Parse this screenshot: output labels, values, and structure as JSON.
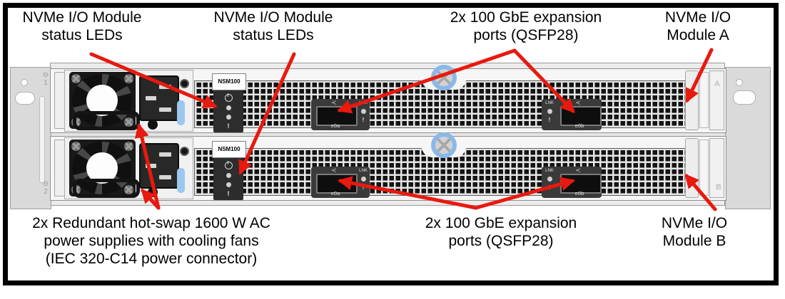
{
  "colors": {
    "arrow": "#e8190f",
    "chassis_face": "#f6f6f6",
    "perforation": "#141414",
    "psu_blue_tab": "#9cc7ef",
    "thumbscrew_ring": "#8ab9e9"
  },
  "callouts": {
    "status_leds_a": "NVMe I/O Module\nstatus LEDs",
    "status_leds_b": "NVMe I/O Module\nstatus LEDs",
    "expansion_ports_top": "2x 100 GbE expansion\nports (QSFP28)",
    "module_a": "NVMe I/O\nModule A",
    "power_supplies": "2x Redundant hot-swap 1600 W AC\npower supplies with cooling fans\n(IEC 320-C14 power connector)",
    "expansion_ports_bottom": "2x 100 GbE expansion\nports (QSFP28)",
    "module_b": "NVMe I/O\nModule B"
  },
  "chassis": {
    "units": [
      {
        "bay_icon": "⊖",
        "bay_marker": "1",
        "module_marker": "A",
        "module_label": "NSM100",
        "status_alert": "!",
        "ports": [
          {
            "name": "e0a",
            "icon": "≺",
            "link_label": "LNK",
            "alert": "!"
          },
          {
            "name": "e0b",
            "icon": "≺",
            "link_label": "LNK",
            "alert": "!"
          }
        ]
      },
      {
        "bay_icon": "⊖",
        "bay_marker": "2",
        "module_marker": "B",
        "module_label": "NSM100",
        "status_alert": "!",
        "ports": [
          {
            "name": "e0a",
            "icon": "≺",
            "link_label": "LNK",
            "alert": "!"
          },
          {
            "name": "e0b",
            "icon": "≺",
            "link_label": "LNK",
            "alert": "!"
          }
        ]
      }
    ]
  }
}
